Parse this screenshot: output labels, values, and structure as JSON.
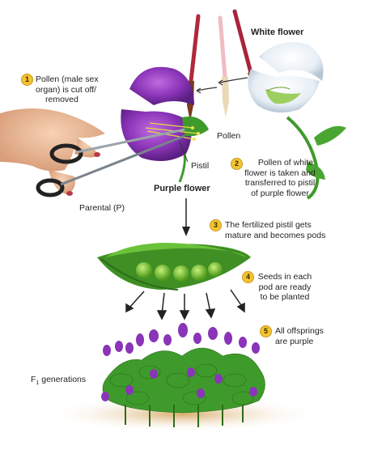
{
  "labels": {
    "white_flower": "White flower",
    "purple_flower": "Purple flower",
    "pollen": "Pollen",
    "pistil": "Pistil",
    "parental": "Parental (P)",
    "f1_prefix": "F",
    "f1_sub": "1",
    "f1_suffix": " generations"
  },
  "steps": [
    {
      "number": "1",
      "lines": [
        "Pollen (male sex",
        "organ) is cut off/",
        "removed"
      ]
    },
    {
      "number": "2",
      "lines": [
        "Pollen of white",
        "flower is taken and",
        "transferred to pistil",
        "of purple flower"
      ]
    },
    {
      "number": "3",
      "lines": [
        "The fertilized pistil gets",
        "mature and becomes pods"
      ]
    },
    {
      "number": "4",
      "lines": [
        "Seeds in each",
        "pod are ready",
        "to be planted"
      ]
    },
    {
      "number": "5",
      "lines": [
        "All offsprings",
        "are purple"
      ]
    }
  ],
  "colors": {
    "purple": "#7b2fa8",
    "leaf_green": "#3f9a2c",
    "pod_green": "#5db12f",
    "soil": "#c89a5a",
    "step_badge": "#f4c430"
  }
}
